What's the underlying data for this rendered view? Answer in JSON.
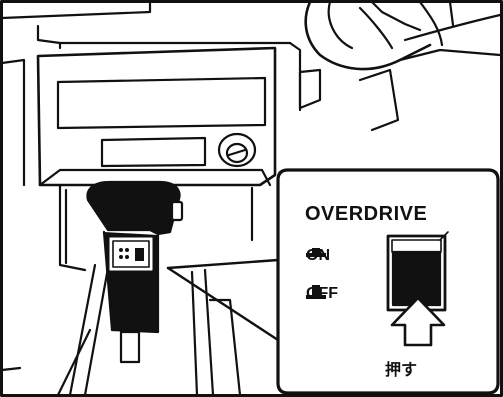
{
  "callout": {
    "title": "OVERDRIVE",
    "on_label": "ON",
    "off_label": "OFF",
    "push_label": "押す"
  },
  "icons": {
    "on_position": "switch-on-icon",
    "off_position": "switch-off-icon",
    "push_arrow": "up-arrow-icon"
  },
  "colors": {
    "ink": "#111111",
    "paper": "#ffffff"
  }
}
